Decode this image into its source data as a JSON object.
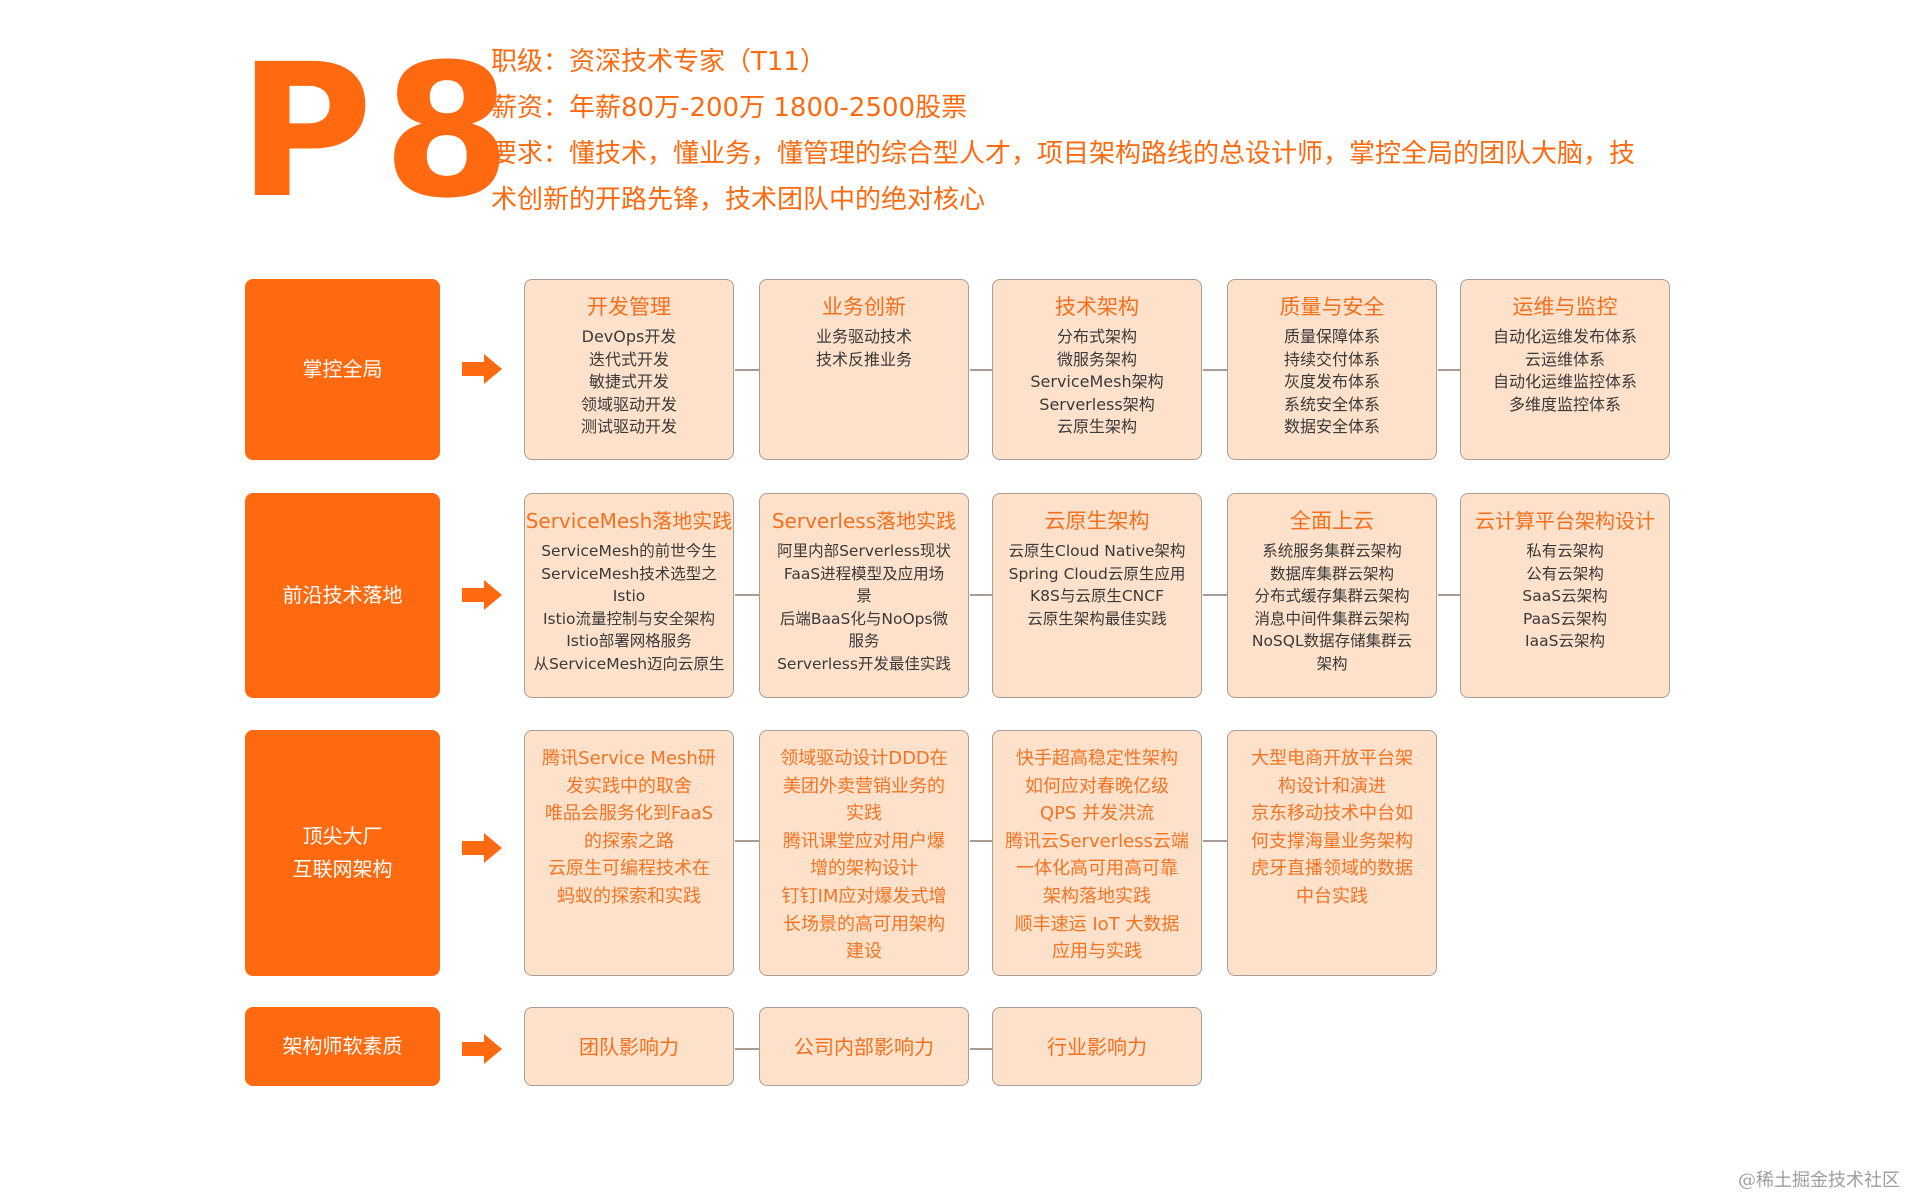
{
  "header": {
    "level_badge": "P8",
    "lines": [
      "职级：资深技术专家（T11）",
      "薪资：年薪80万-200万   1800-2500股票",
      "要求：懂技术，懂业务，懂管理的综合型人才，项目架构路线的总设计师，掌控全局的团队大脑，技",
      "术创新的开路先锋，技术团队中的绝对核心"
    ]
  },
  "colors": {
    "accent": "#FF6A10",
    "card_fill": "#FDE1CA",
    "card_border": "#A99D93",
    "card_title": "#F5701E",
    "body_text": "#3A3A3A"
  },
  "rows": [
    {
      "category": [
        "掌控全局"
      ],
      "cards": [
        {
          "title": "开发管理",
          "items": [
            "DevOps开发",
            "迭代式开发",
            "敏捷式开发",
            "领域驱动开发",
            "测试驱动开发"
          ]
        },
        {
          "title": "业务创新",
          "items": [
            "业务驱动技术",
            "技术反推业务"
          ]
        },
        {
          "title": "技术架构",
          "items": [
            "分布式架构",
            "微服务架构",
            "ServiceMesh架构",
            "Serverless架构",
            "云原生架构"
          ]
        },
        {
          "title": "质量与安全",
          "items": [
            "质量保障体系",
            "持续交付体系",
            "灰度发布体系",
            "系统安全体系",
            "数据安全体系"
          ]
        },
        {
          "title": "运维与监控",
          "items": [
            "自动化运维发布体系",
            "云运维体系",
            "自动化运维监控体系",
            "多维度监控体系"
          ]
        }
      ]
    },
    {
      "category": [
        "前沿技术落地"
      ],
      "cards": [
        {
          "title": "ServiceMesh落地实践",
          "items": [
            "ServiceMesh的前世今生",
            "ServiceMesh技术选型之",
            "Istio",
            "Istio流量控制与安全架构",
            "Istio部署网格服务",
            "从ServiceMesh迈向云原生"
          ]
        },
        {
          "title": "Serverless落地实践",
          "items": [
            "阿里内部Serverless现状",
            "FaaS进程模型及应用场",
            "景",
            "后端BaaS化与NoOps微",
            "服务",
            "Serverless开发最佳实践"
          ]
        },
        {
          "title": "云原生架构",
          "items": [
            "云原生Cloud Native架构",
            "Spring Cloud云原生应用",
            "K8S与云原生CNCF",
            "云原生架构最佳实践"
          ]
        },
        {
          "title": "全面上云",
          "items": [
            "系统服务集群云架构",
            "数据库集群云架构",
            "分布式缓存集群云架构",
            "消息中间件集群云架构",
            "NoSQL数据存储集群云",
            "架构"
          ]
        },
        {
          "title": "云计算平台架构设计",
          "items": [
            "私有云架构",
            "公有云架构",
            "SaaS云架构",
            "PaaS云架构",
            "IaaS云架构"
          ]
        }
      ]
    },
    {
      "category": [
        "顶尖大厂",
        "互联网架构"
      ],
      "cards": [
        {
          "items": [
            "腾讯Service Mesh研",
            "发实践中的取舍",
            "唯品会服务化到FaaS",
            "的探索之路",
            "云原生可编程技术在",
            "蚂蚁的探索和实践"
          ]
        },
        {
          "items": [
            "领域驱动设计DDD在",
            "美团外卖营销业务的",
            "实践",
            "腾讯课堂应对用户爆",
            "增的架构设计",
            "钉钉IM应对爆发式增",
            "长场景的高可用架构",
            "建设"
          ]
        },
        {
          "items": [
            "快手超高稳定性架构",
            "如何应对春晚亿级",
            "QPS 并发洪流",
            "腾讯云Serverless云端",
            "一体化高可用高可靠",
            "架构落地实践",
            "顺丰速运 IoT 大数据",
            "应用与实践"
          ]
        },
        {
          "items": [
            "大型电商开放平台架",
            "构设计和演进",
            "京东移动技术中台如",
            "何支撑海量业务架构",
            "虎牙直播领域的数据",
            "中台实践"
          ]
        }
      ]
    },
    {
      "category": [
        "架构师软素质"
      ],
      "cards": [
        {
          "title": "团队影响力"
        },
        {
          "title": "公司内部影响力"
        },
        {
          "title": "行业影响力"
        }
      ]
    }
  ],
  "watermark": "@稀土掘金技术社区"
}
